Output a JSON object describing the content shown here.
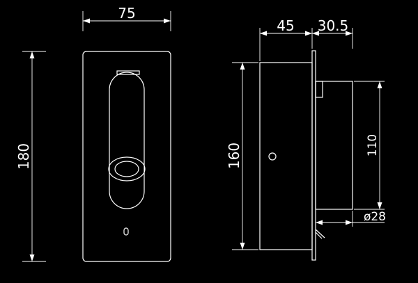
{
  "colors": {
    "background": "#000000",
    "lines": "#ffffff"
  },
  "front_view": {
    "width_label": "75",
    "height_label": "180"
  },
  "side_view": {
    "depth_label": "45",
    "head_label": "30.5",
    "body_height_label": "160",
    "head_height_label": "110",
    "diameter_label": "ø28"
  }
}
